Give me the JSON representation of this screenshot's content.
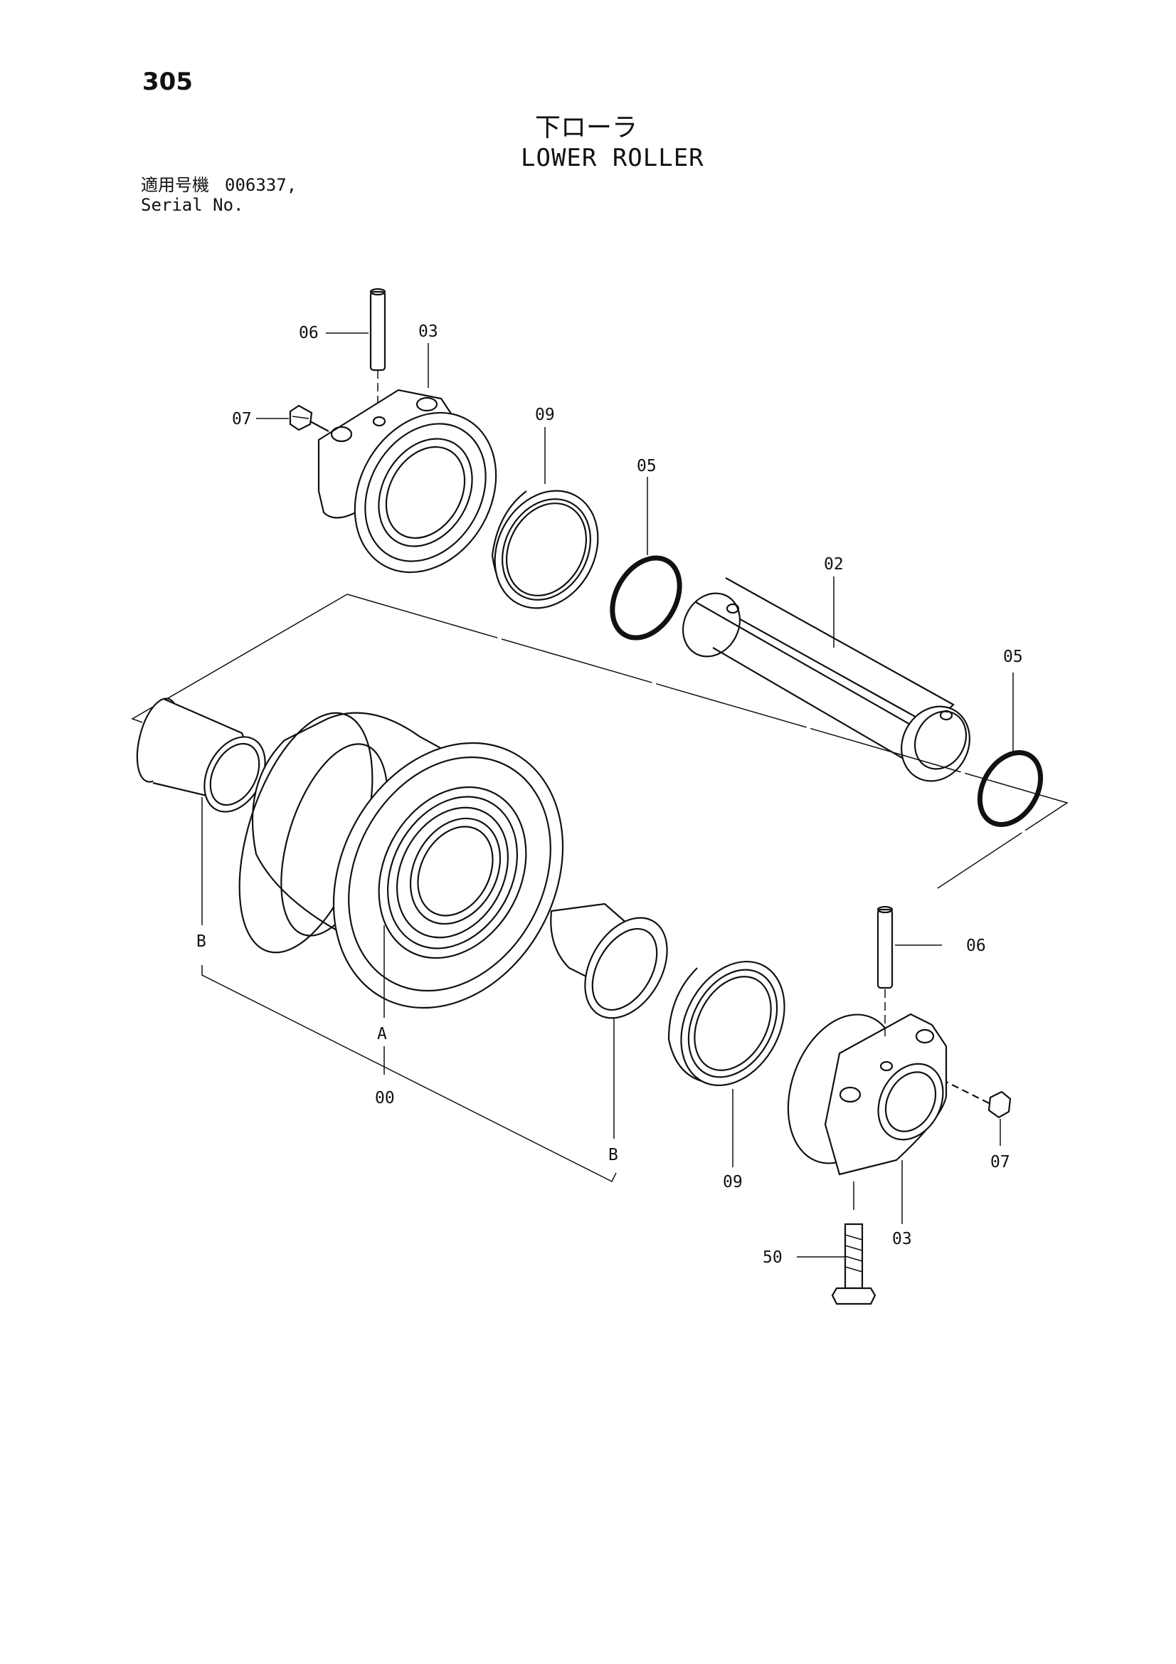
{
  "page_number": "305",
  "title_jp": "下ローラ",
  "title_en": "LOWER ROLLER",
  "serial": {
    "label_jp": "適用号機",
    "value": "006337,",
    "label_en": "Serial No."
  },
  "callouts": {
    "c06_top": "06",
    "c03_top": "03",
    "c07_top": "07",
    "c09_top": "09",
    "c05_top": "05",
    "c02": "02",
    "c05_right": "05",
    "cB_left": "B",
    "cA": "A",
    "c00": "00",
    "cB_bottom": "B",
    "c09_bottom": "09",
    "c06_bottom": "06",
    "c07_bottom": "07",
    "c03_bottom": "03",
    "c50": "50"
  }
}
